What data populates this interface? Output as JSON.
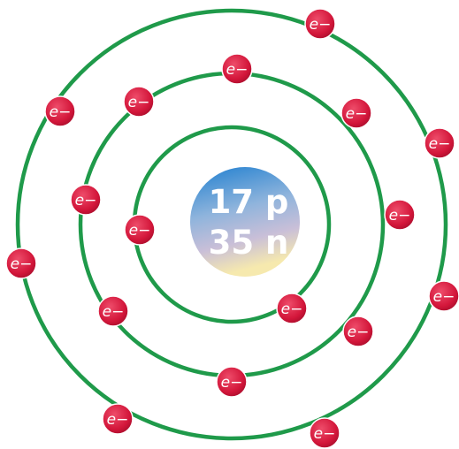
{
  "nucleus": {
    "protons": "17 p",
    "neutrons": "35 n"
  },
  "electron_label": "e−",
  "shells": [
    {
      "electrons": 2
    },
    {
      "electrons": 8
    },
    {
      "electrons": 7
    }
  ],
  "colors": {
    "orbit": "#1f9a4a",
    "electron": "#d3163a",
    "nucleus_top": "#2b86cf",
    "nucleus_bottom": "#f4e6b0"
  }
}
